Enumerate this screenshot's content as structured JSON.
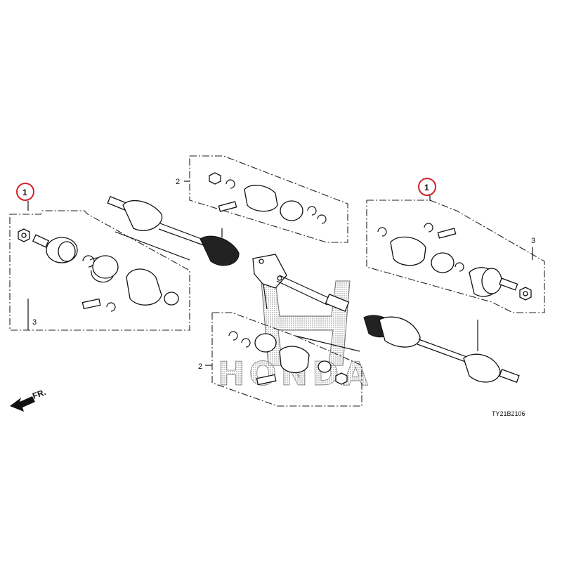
{
  "callouts": {
    "ref_left": "1",
    "ref_right": "1",
    "kit_top": "2",
    "kit_bottom": "2",
    "set_left": "3",
    "set_right": "3"
  },
  "direction_label": "FR.",
  "diagram_code": "TY21B2106",
  "watermark": "HONDA",
  "colors": {
    "highlight_circle": "#d0232a",
    "line": "#111111",
    "watermark": "#8a8a8a"
  }
}
